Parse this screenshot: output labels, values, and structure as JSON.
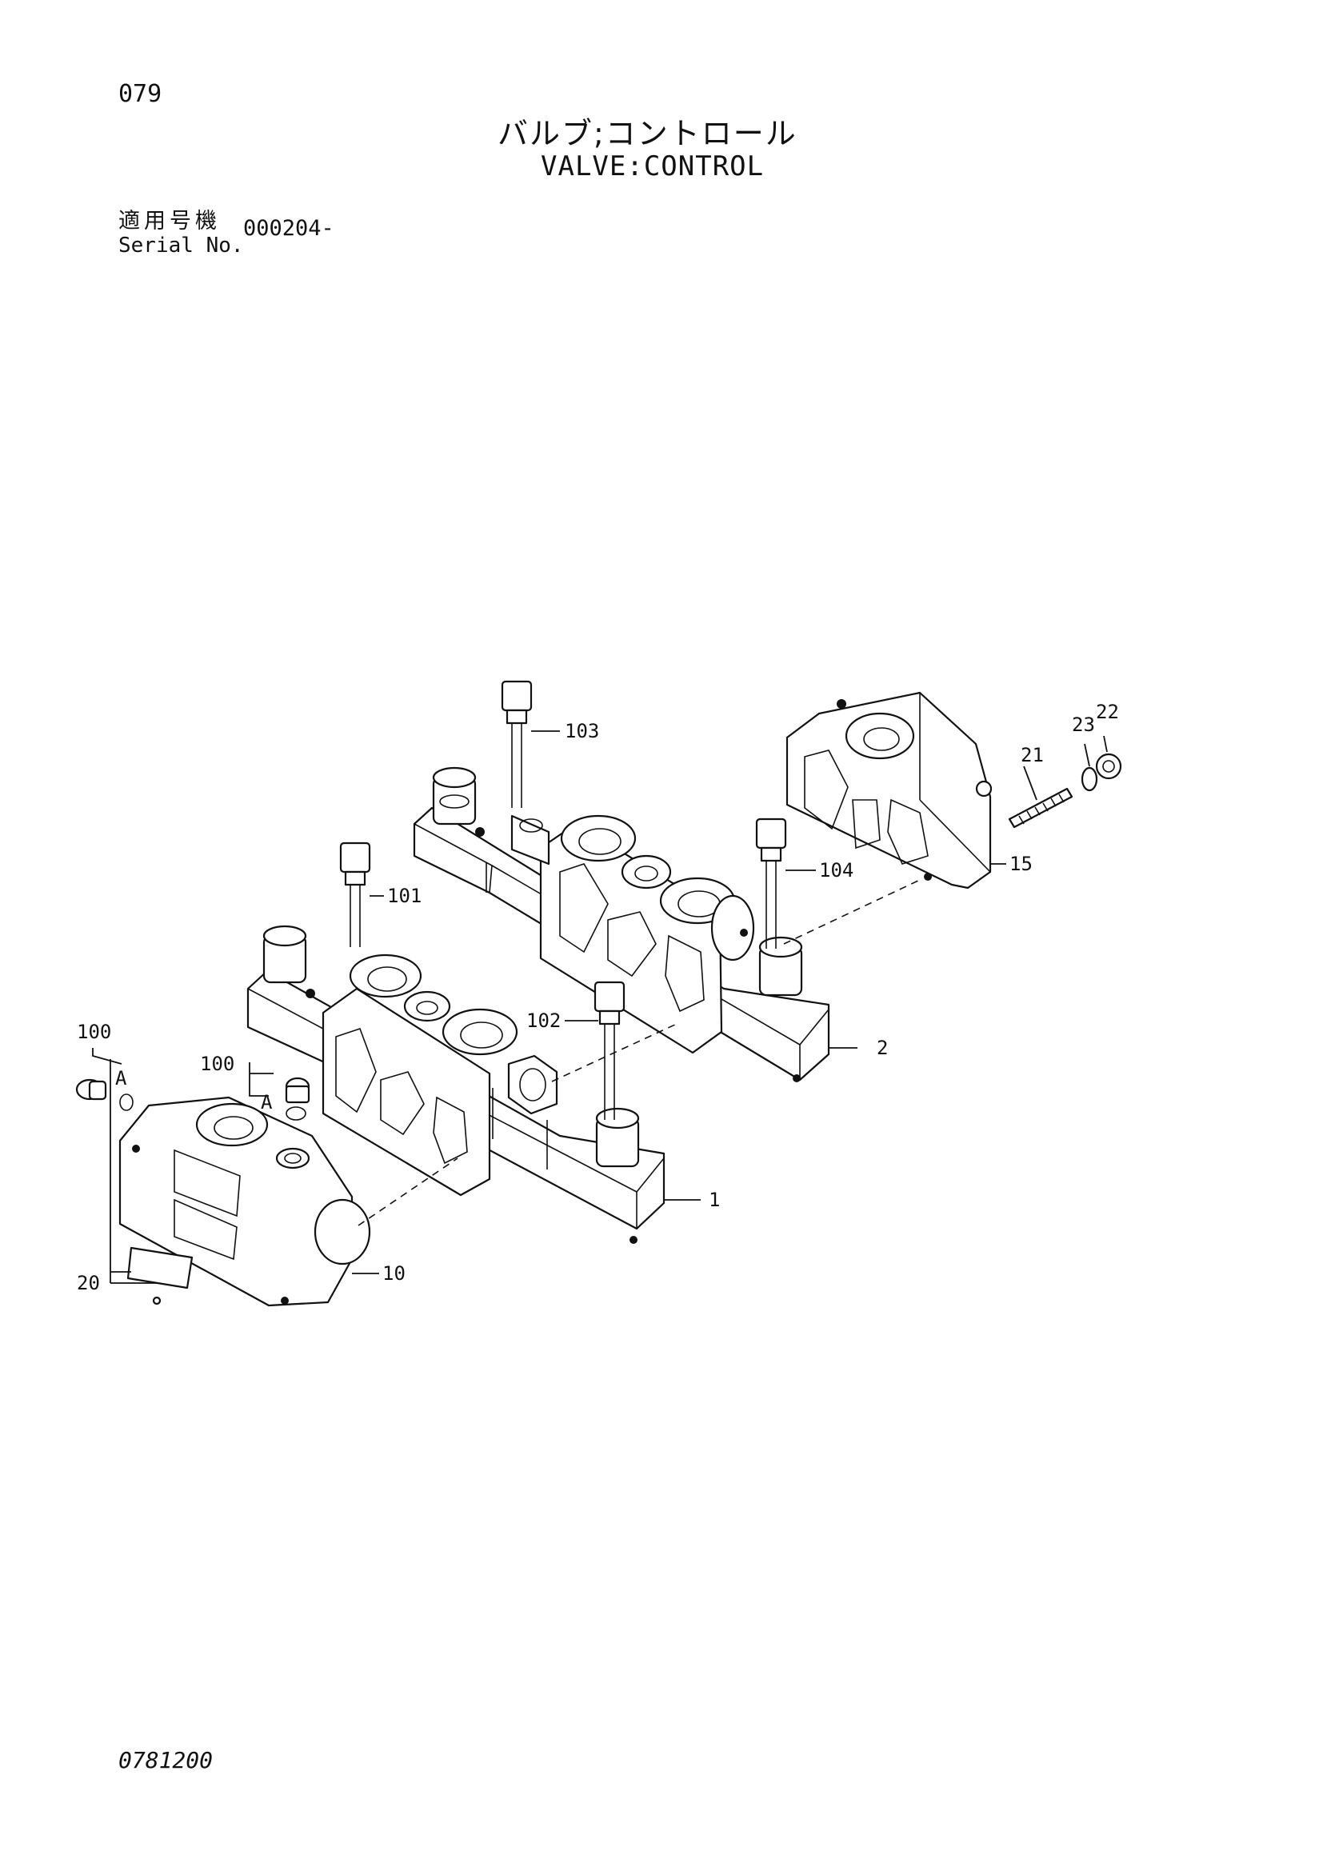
{
  "header": {
    "page_number": "079",
    "title_jp": "バルブ;コントロール",
    "title_en": "VALVE:CONTROL",
    "serial_label_jp": "適用号機",
    "serial_label_en": "Serial No.",
    "serial_value": "000204-"
  },
  "callouts": {
    "c103": "103",
    "c101": "101",
    "c104": "104",
    "c102": "102",
    "c100a": "100",
    "c100b": "100",
    "cA1": "A",
    "cA2": "A",
    "c22": "22",
    "c23": "23",
    "c21": "21",
    "c15": "15",
    "c2": "2",
    "c1": "1",
    "c10": "10",
    "c20": "20"
  },
  "footer": {
    "doc_code": "0781200"
  }
}
